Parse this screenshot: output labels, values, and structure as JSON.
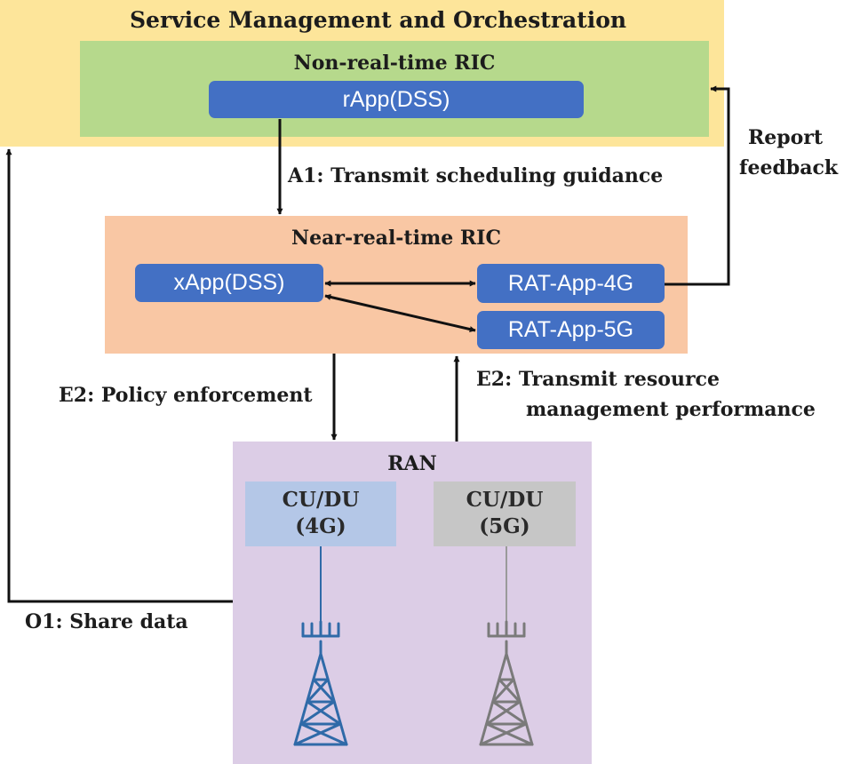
{
  "smo": {
    "title": "Service Management and Orchestration"
  },
  "non_rt_ric": {
    "title": "Non-real-time RIC",
    "rapp": "rApp(DSS)"
  },
  "near_rt_ric": {
    "title": "Near-real-time RIC",
    "xapp": "xApp(DSS)",
    "rat_app_4g": "RAT-App-4G",
    "rat_app_5g": "RAT-App-5G"
  },
  "ran": {
    "title": "RAN",
    "cu_du_4g": {
      "line1": "CU/DU",
      "line2": "(4G)"
    },
    "cu_du_5g": {
      "line1": "CU/DU",
      "line2": "(5G)"
    }
  },
  "interfaces": {
    "a1": "A1: Transmit scheduling guidance",
    "report_feedback": "Report feedback",
    "e2_policy": "E2: Policy enforcement",
    "e2_transmit_line1": "E2: Transmit resource",
    "e2_transmit_line2": "management performance",
    "o1": "O1: Share data"
  },
  "colors": {
    "smo": "#fde59a",
    "non_rt_ric": "#b6d98c",
    "near_rt_ric": "#f9c7a4",
    "ran": "#dccde6",
    "app": "#4370c4",
    "cu_du_4g": "#b4c7e7",
    "cu_du_5g": "#c6c6c6",
    "tower_4g": "#2f6aa8",
    "tower_5g": "#7a7a7a"
  }
}
